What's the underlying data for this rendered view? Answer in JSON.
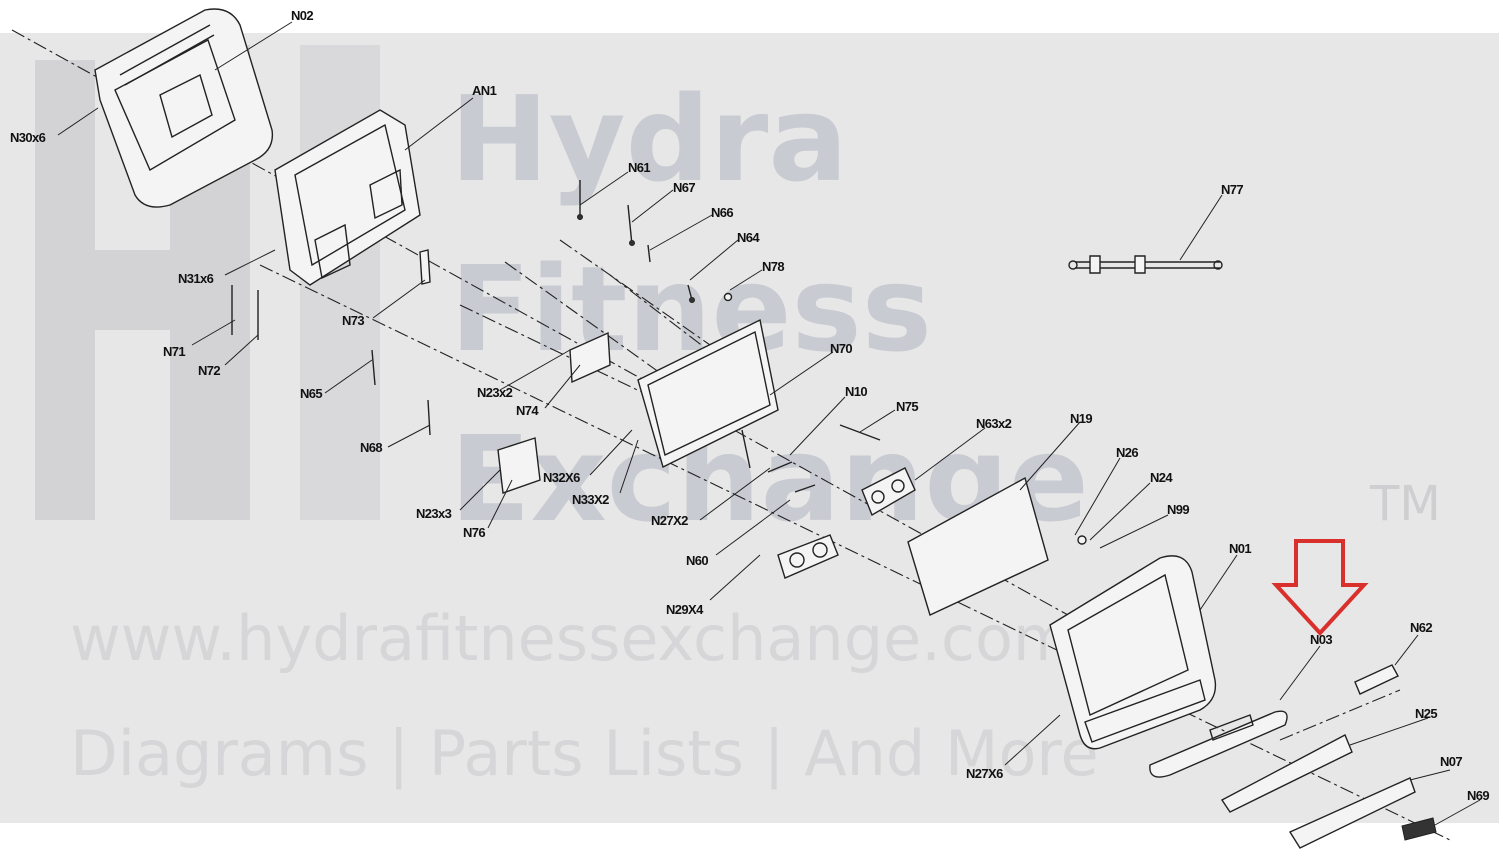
{
  "watermark": {
    "line1": "Hydra",
    "line2": "Fitness",
    "line3": "Exchange",
    "tm": "TM",
    "url": "www.hydrafitnessexchange.com",
    "tagline": "Diagrams | Parts Lists | And More"
  },
  "highlight": {
    "part": "N03",
    "color": "#d9302b",
    "icon": "down-arrow-icon"
  },
  "labels": {
    "N02": "N02",
    "AN1": "AN1",
    "N30x6": "N30x6",
    "N31x6": "N31x6",
    "N71": "N71",
    "N72": "N72",
    "N73": "N73",
    "N61": "N61",
    "N67": "N67",
    "N66": "N66",
    "N64": "N64",
    "N78": "N78",
    "N70": "N70",
    "N65": "N65",
    "N23x2": "N23x2",
    "N74": "N74",
    "N68": "N68",
    "N32X6": "N32X6",
    "N33X2": "N33X2",
    "N23x3": "N23x3",
    "N76": "N76",
    "N10": "N10",
    "N75": "N75",
    "N27X2": "N27X2",
    "N63x2": "N63x2",
    "N19": "N19",
    "N26": "N26",
    "N24": "N24",
    "N99": "N99",
    "N60": "N60",
    "N29X4": "N29X4",
    "N77": "N77",
    "N01": "N01",
    "N03": "N03",
    "N62": "N62",
    "N25": "N25",
    "N07": "N07",
    "N69": "N69",
    "N27X6": "N27X6"
  }
}
